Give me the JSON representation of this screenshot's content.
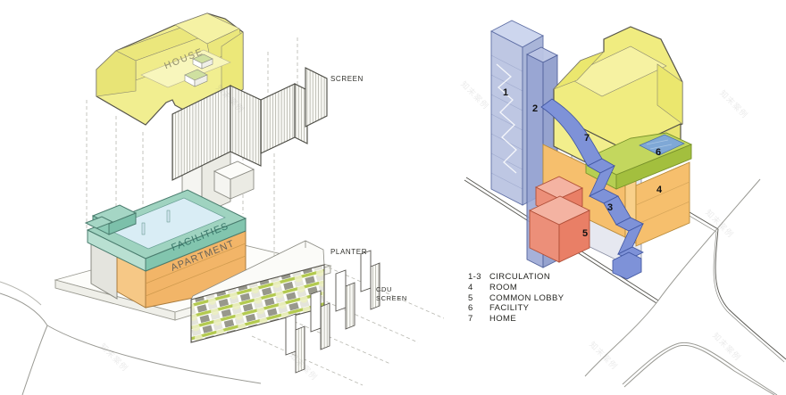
{
  "watermark": {
    "text": "知末案例"
  },
  "left_diagram": {
    "labels": {
      "house": "HOUSE",
      "screen": "SCREEN",
      "facilities": "FACILITIES",
      "apartment": "APARTMENT",
      "planter": "PLANTER",
      "cdu_line1": "CDU",
      "cdu_line2": "SCREEN"
    }
  },
  "right_diagram": {
    "callouts": {
      "n1": "1",
      "n2": "2",
      "n3": "3",
      "n4": "4",
      "n5": "5",
      "n6": "6",
      "n7": "7"
    },
    "legend": [
      {
        "key": "1-3",
        "label": "CIRCULATION"
      },
      {
        "key": "4",
        "label": "ROOM"
      },
      {
        "key": "5",
        "label": "COMMON LOBBY"
      },
      {
        "key": "6",
        "label": "FACILITY"
      },
      {
        "key": "7",
        "label": "HOME"
      }
    ]
  },
  "colors": {
    "house_yellow": "#f1ee8e",
    "facilities_teal": "#8fcdb9",
    "apartment_orange": "#f2b568",
    "planter_green": "#b3ca4f",
    "circulation_blue": "#7e92d8",
    "lobby_salmon": "#ec8f79",
    "facility_green": "#b6cf52",
    "room_orange": "#f6bf6d",
    "pool_blue": "#d9edf5"
  }
}
